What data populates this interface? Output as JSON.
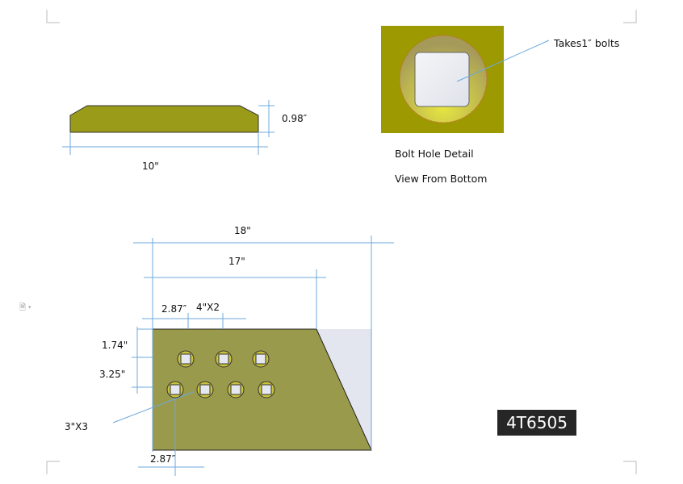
{
  "side_view": {
    "height_label": "0.98″",
    "length_label": "10\""
  },
  "bolt_detail": {
    "callout": "Takes1″  bolts",
    "caption1": "Bolt Hole Detail",
    "caption2": "View From Bottom"
  },
  "plan_view": {
    "overall_label": "18\"",
    "inner_label": "17\"",
    "edge_offset_label": "2.87″",
    "spacing_label": "4\"X2",
    "row1_label": "1.74\"",
    "row2_label": "3.25\"",
    "callout": "3\"X3",
    "bottom_offset_label": "2.87″"
  },
  "part_number": "4T6505",
  "colors": {
    "plate": "#9a9a4c",
    "side": "#9b9b1a",
    "dimension": "#6fa8dc"
  }
}
